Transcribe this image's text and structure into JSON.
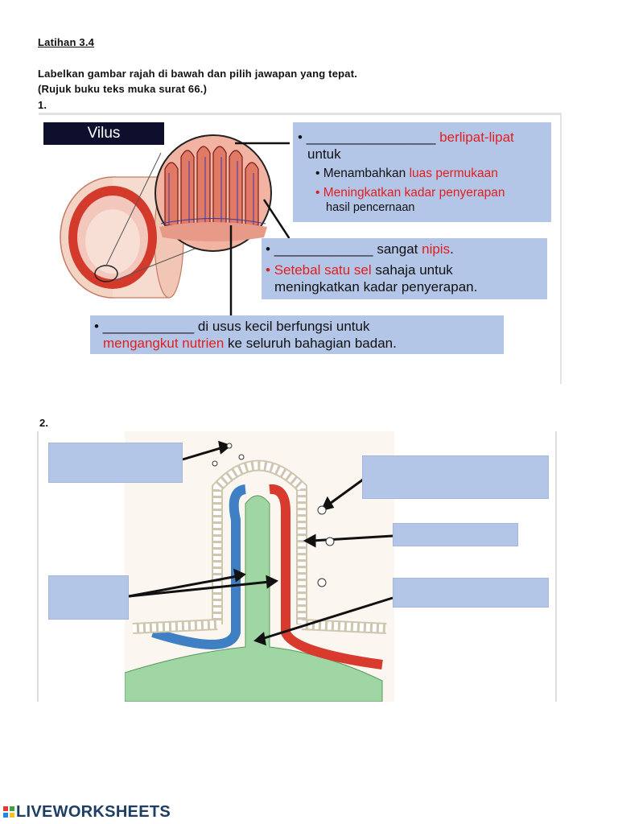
{
  "header": {
    "title": "Latihan 3.4",
    "instruction": "Labelkan gambar rajah di bawah dan pilih jawapan yang tepat.",
    "reference": "(Rujuk buku teks muka surat 66.)",
    "q1_number": "1.",
    "q2_number": "2."
  },
  "q1": {
    "diagram_title": "Vilus",
    "box1": {
      "bullet": "•",
      "blank": "_________________",
      "red_text": "berlipat-lipat",
      "cont": "untuk",
      "sub1_bullet": "•",
      "sub1_black": "Menambahkan",
      "sub1_red": "luas permukaan",
      "sub2_bullet": "•",
      "sub2_red": "Meningkatkan kadar penyerapan",
      "sub2_cont": "hasil pencernaan"
    },
    "box2": {
      "bullet": "•",
      "blank": "_____________",
      "black1": "sangat",
      "red1": "nipis",
      "dot": ".",
      "bullet2": "•",
      "red2": "Setebal satu sel",
      "black2": "sahaja untuk",
      "cont": "meningkatkan kadar penyerapan."
    },
    "box3": {
      "bullet": "•",
      "blank": "____________",
      "black1": "di usus kecil berfungsi untuk",
      "red1": "mengangkut nutrien",
      "black2": "ke seluruh bahagian badan."
    }
  },
  "colors": {
    "answer_box": "#b4c6e7",
    "red_text": "#e0201f",
    "title_bg": "#0d0f2c",
    "blood_red": "#d83a2e",
    "vein_blue": "#3f7fc4",
    "lacteal_green": "#9fd6a4"
  },
  "footer": {
    "brand": "LIVEWORKSHEETS"
  }
}
